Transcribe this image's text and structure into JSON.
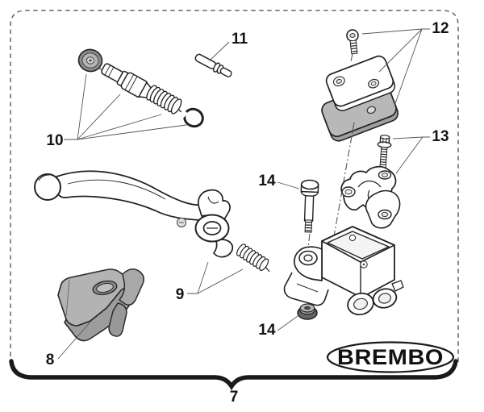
{
  "diagram": {
    "logo_text": "BREMBO",
    "callouts": {
      "c7": "7",
      "c8": "8",
      "c9": "9",
      "c10": "10",
      "c11": "11",
      "c12": "12",
      "c13": "13",
      "c14a": "14",
      "c14b": "14"
    },
    "colors": {
      "line": "#1c1c1c",
      "leader_line": "#555555",
      "background": "#ffffff",
      "part_gray": "#b3b3b3",
      "part_gray_dark": "#8e8e8e",
      "label_text": "#141414"
    }
  }
}
